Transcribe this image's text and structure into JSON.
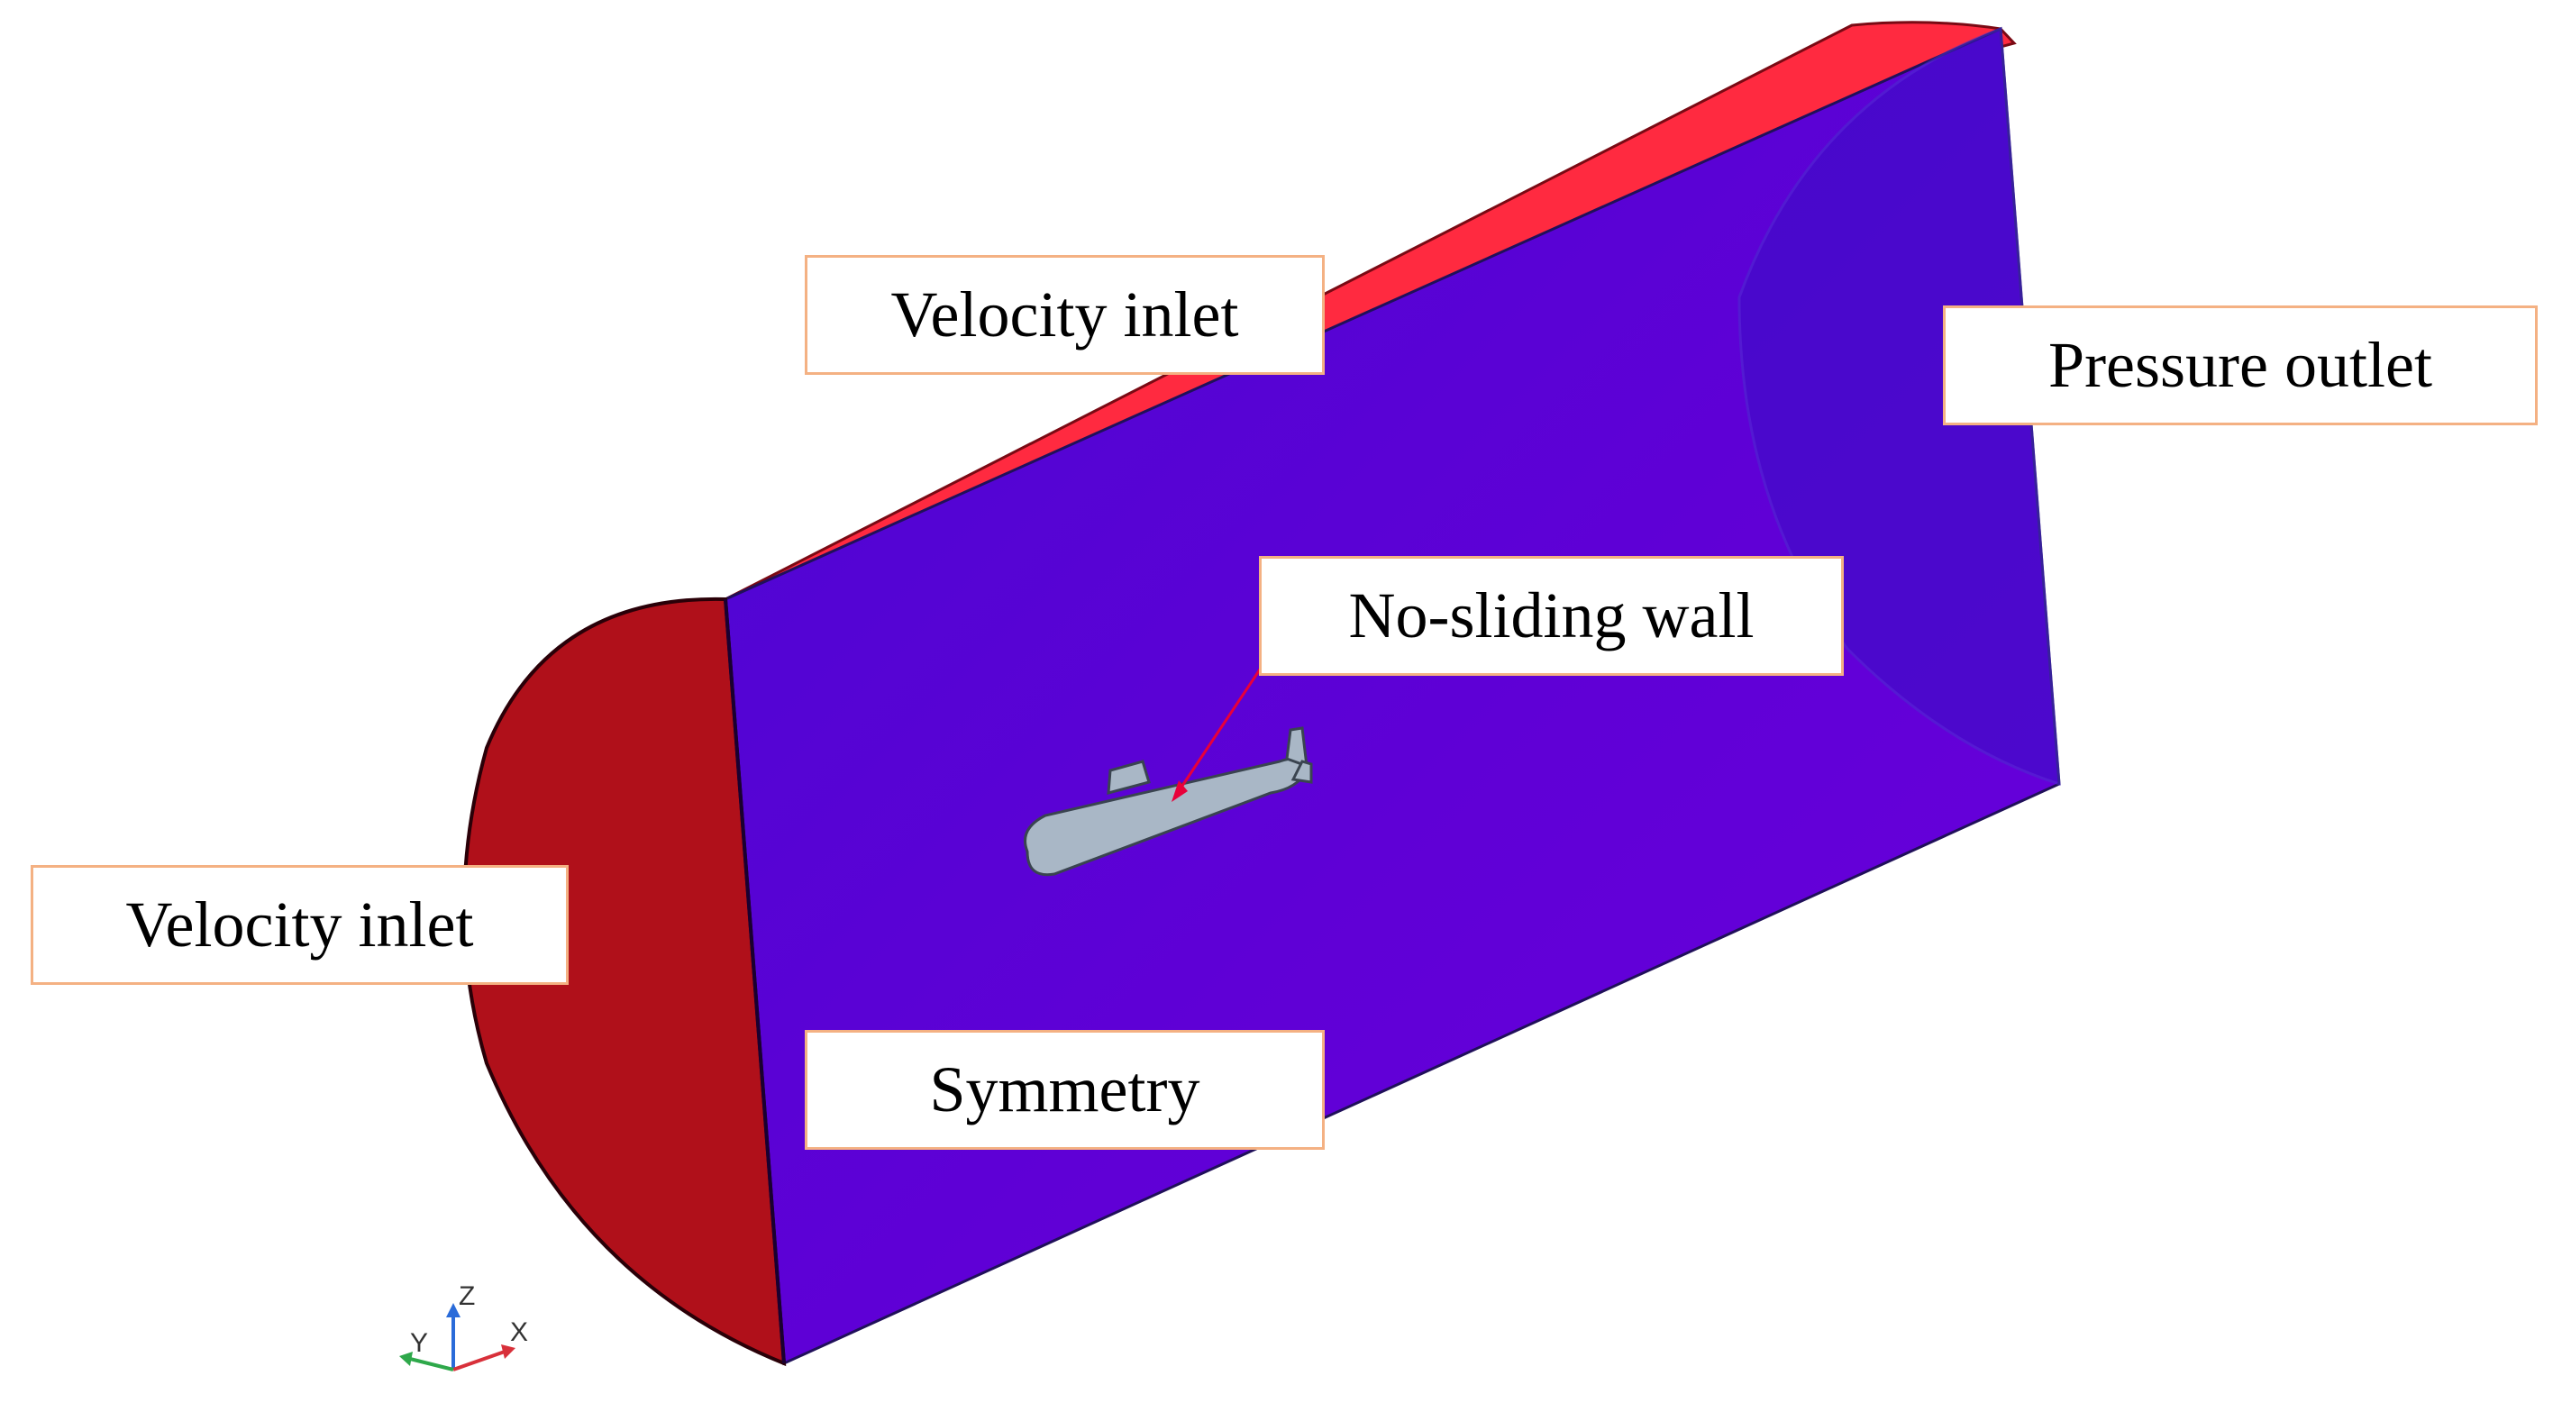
{
  "labels": {
    "velocity_inlet_top": "Velocity inlet",
    "pressure_outlet": "Pressure outlet",
    "no_sliding_wall": "No-sliding wall",
    "velocity_inlet_left": "Velocity inlet",
    "symmetry": "Symmetry"
  },
  "axes": {
    "x": "X",
    "y": "Y",
    "z": "Z"
  },
  "colors": {
    "symmetry_face": "#5a00d8",
    "top_face": "#ff2a40",
    "inlet_face": "#b0101a",
    "outlet_face": "#3a0fc4",
    "hull": "#a9b7c6",
    "label_border": "#f4b183",
    "pointer": "#e8003a"
  }
}
